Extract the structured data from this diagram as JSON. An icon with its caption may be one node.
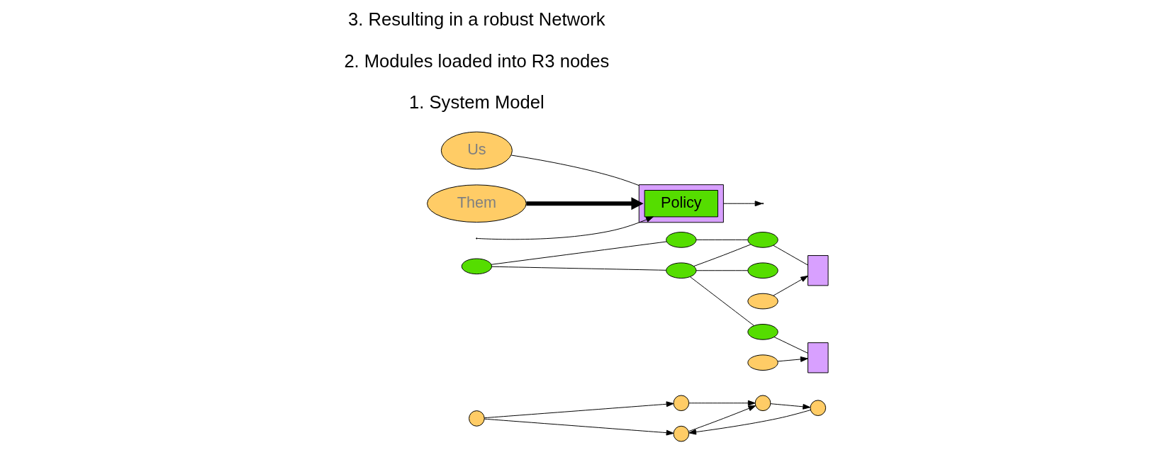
{
  "diagram": {
    "nodes": [
      {
        "text": [],
        "shape": "circle"
      },
      {
        "text": [],
        "shape": "circle"
      },
      {
        "text": [],
        "shape": "circle"
      },
      {
        "text": [],
        "shape": "circle"
      },
      {
        "text": [],
        "shape": "circle"
      },
      {
        "text": [],
        "shape": "ellipse"
      },
      {
        "text": [],
        "shape": "ellipse"
      },
      {
        "text": [],
        "shape": "ellipse"
      },
      {
        "text": [],
        "shape": "box"
      },
      {
        "text": [],
        "shape": "ellipse"
      },
      {
        "text": [],
        "shape": "ellipse"
      },
      {
        "text": [],
        "shape": "ellipse"
      },
      {
        "text": [],
        "shape": "ellipse"
      },
      {
        "text": [],
        "shape": "box"
      },
      {
        "text": [],
        "shape": "ellipse"
      },
      {
        "text": [],
        "shape": "box"
      },
      {
        "text": [
          "Policy"
        ],
        "in": 15
      },
      {
        "text": [
          "Us"
        ]
      },
      {
        "text": [
          "Them"
        ]
      }
    ],
    "edges": [
      {
        "from": 0,
        "to": 1,
        "arrow": "to"
      },
      {
        "from": 0,
        "to": 2,
        "arrow": "to"
      },
      {
        "from": 1,
        "to": 3,
        "arrow": "to"
      },
      {
        "from": 2,
        "to": 3,
        "arrow": "to"
      },
      {
        "from": 3,
        "to": 4,
        "arrow": "to"
      },
      {
        "from": 4,
        "to": 1,
        "arrow": "to"
      },
      {
        "from": 5,
        "to": 6,
        "arrow": "none"
      },
      {
        "from": 6,
        "to": 7,
        "arrow": "none"
      },
      {
        "from": 5,
        "to": 10,
        "arrow": "none"
      },
      {
        "from": 10,
        "to": 7,
        "arrow": "none"
      },
      {
        "from": 7,
        "to": 8,
        "arrow": "none"
      },
      {
        "from": 9,
        "to": 8,
        "arrow": "to"
      },
      {
        "from": 10,
        "to": 11,
        "arrow": "none"
      },
      {
        "from": 10,
        "to": 12,
        "arrow": "none"
      },
      {
        "from": 12,
        "to": 13,
        "arrow": "none"
      },
      {
        "from": 14,
        "to": 13,
        "arrow": "to"
      },
      {
        "from": null,
        "to": 16,
        "arrow": "to"
      },
      {
        "from": 15,
        "to": null,
        "arrow": "to"
      },
      {
        "from": 17,
        "to": 15,
        "arrow": "none"
      },
      {
        "from": 18,
        "to": 15,
        "arrow": "to",
        "style": "thick"
      }
    ],
    "labels": [
      "1. System Model",
      "2. Modules loaded into R3 nodes",
      "3. Resulting in a robust Network"
    ]
  }
}
